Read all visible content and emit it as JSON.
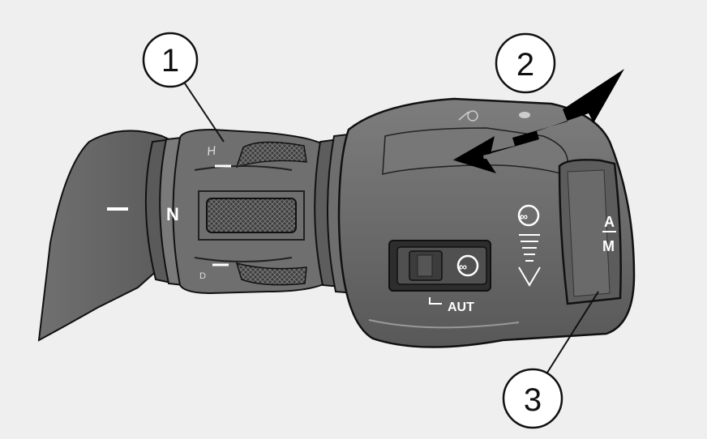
{
  "callouts": [
    {
      "id": "1",
      "label": "1"
    },
    {
      "id": "2",
      "label": "2"
    },
    {
      "id": "3",
      "label": "3"
    }
  ],
  "lever": {
    "position_minus": "—",
    "position_n": "N",
    "position_d": "D",
    "position_h": "H"
  },
  "controls": {
    "aut_label": "AUT",
    "button_top": "A",
    "button_bottom": "M"
  },
  "colors": {
    "background": "#efefef",
    "stalk_dark": "#4a4a4a",
    "stalk_mid": "#6a6a6a",
    "stalk_light": "#8a8a8a",
    "outline": "#111111"
  }
}
